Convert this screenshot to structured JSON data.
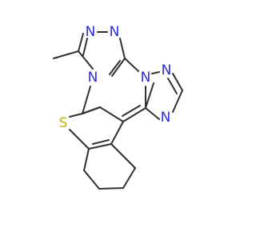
{
  "molecule": {
    "colors": {
      "bond": "#303030",
      "nitrogen": "#2b2bd6",
      "sulfur": "#c8b400",
      "background": "#ffffff"
    },
    "atoms": [
      {
        "id": "n1",
        "element": "N",
        "label": "N"
      },
      {
        "id": "n2",
        "element": "N",
        "label": "N"
      },
      {
        "id": "n3",
        "element": "N",
        "label": "N"
      },
      {
        "id": "n4",
        "element": "N",
        "label": "N"
      },
      {
        "id": "n5",
        "element": "N",
        "label": "N"
      },
      {
        "id": "n6",
        "element": "N",
        "label": "N"
      },
      {
        "id": "s1",
        "element": "S",
        "label": "S"
      }
    ]
  }
}
